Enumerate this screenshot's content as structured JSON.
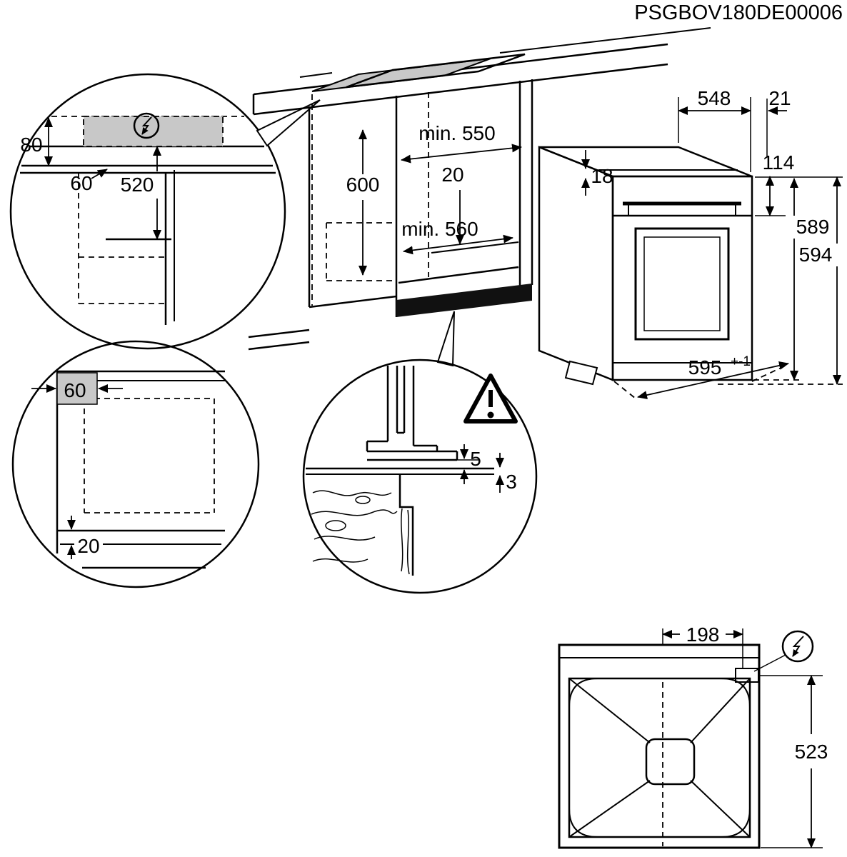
{
  "document_code": "PSGBOV180DE00006",
  "colors": {
    "line": "#000000",
    "shade": "#c8c8c8",
    "black_fill": "#111111",
    "background": "#ffffff"
  },
  "details": {
    "electrical_niche": {
      "dim_80": "80",
      "dim_60": "60",
      "dim_520": "520"
    },
    "corner_plan": {
      "dim_60": "60",
      "dim_20": "20"
    },
    "front_gap": {
      "dim_5": "5",
      "dim_3": "3"
    }
  },
  "cabinet": {
    "dim_min_depth": "min. 550",
    "dim_height": "600",
    "dim_rear_gap": "20",
    "dim_min_width": "min. 560"
  },
  "oven": {
    "dim_depth": "548",
    "dim_door": "21",
    "dim_top": "18",
    "dim_panel": "114",
    "dim_height_1": "589",
    "dim_height_2": "594",
    "dim_width": "595",
    "dim_width_tol": "+-1"
  },
  "rear_view": {
    "dim_198": "198",
    "dim_523": "523"
  }
}
